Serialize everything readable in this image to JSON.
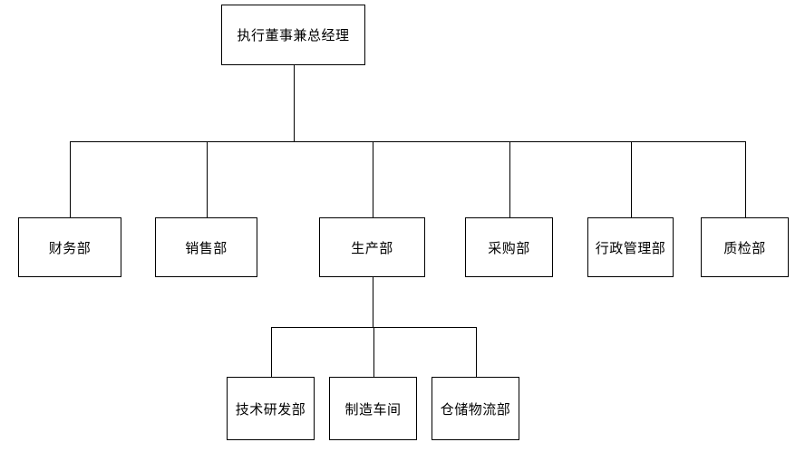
{
  "diagram": {
    "type": "org-chart",
    "background_color": "#ffffff",
    "line_color": "#000000",
    "node_fill": "#ffffff",
    "node_border_color": "#000000",
    "node_text_color": "#000000",
    "nodes": [
      {
        "id": "root",
        "label": "执行董事兼总经理",
        "parent": null
      },
      {
        "id": "finance",
        "label": "财务部",
        "parent": "root"
      },
      {
        "id": "sales",
        "label": "销售部",
        "parent": "root"
      },
      {
        "id": "production",
        "label": "生产部",
        "parent": "root"
      },
      {
        "id": "purchasing",
        "label": "采购部",
        "parent": "root"
      },
      {
        "id": "admin",
        "label": "行政管理部",
        "parent": "root"
      },
      {
        "id": "qc",
        "label": "质检部",
        "parent": "root"
      },
      {
        "id": "rnd",
        "label": "技术研发部",
        "parent": "production"
      },
      {
        "id": "workshop",
        "label": "制造车间",
        "parent": "production"
      },
      {
        "id": "logistics",
        "label": "仓储物流部",
        "parent": "production"
      }
    ]
  }
}
